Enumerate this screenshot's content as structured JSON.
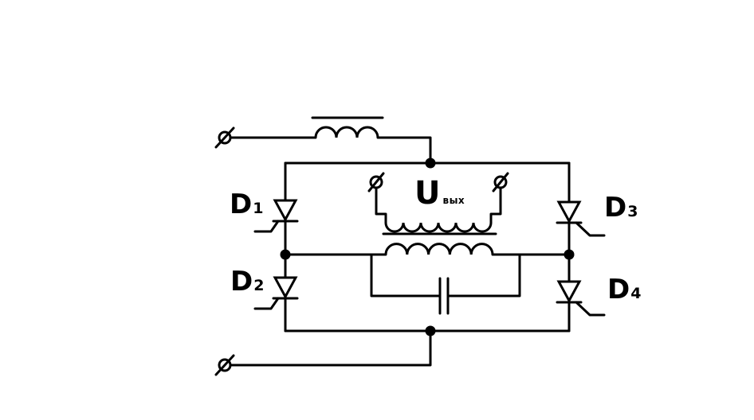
{
  "labels": {
    "d1": {
      "main": "D",
      "sub": "1"
    },
    "d2": {
      "main": "D",
      "sub": "2"
    },
    "d3": {
      "main": "D",
      "sub": "3"
    },
    "d4": {
      "main": "D",
      "sub": "4"
    },
    "uout": {
      "main": "U",
      "sub": "вых"
    }
  }
}
